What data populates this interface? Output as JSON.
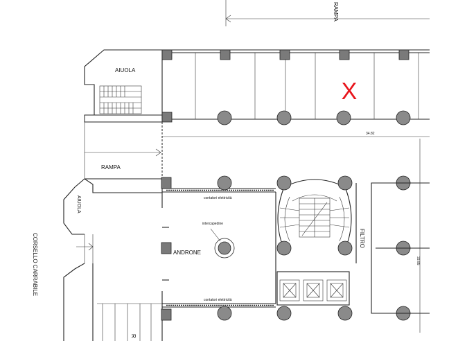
{
  "labels": {
    "aiuola_top": "AIUOLA",
    "aiuola_side": "AIUOLA",
    "rampa_left": "RAMPA",
    "rampa_top": "RAMPA",
    "rampa_bottom": "R",
    "androne": "ANDRONE",
    "intercapedine": "intercapedine",
    "contatori_top": "contatori elettricità",
    "contatori_bottom": "contatori elettricità",
    "filtro": "FILTRO",
    "corsello": "CORSELLO CARRABILE",
    "dimension_main": "34.82",
    "dimension_side": "33.85"
  },
  "marker": {
    "text": "X",
    "color": "#e8141b"
  },
  "colors": {
    "line": "#222222",
    "column_fill": "#8a8a8a",
    "marker": "#e8141b"
  }
}
